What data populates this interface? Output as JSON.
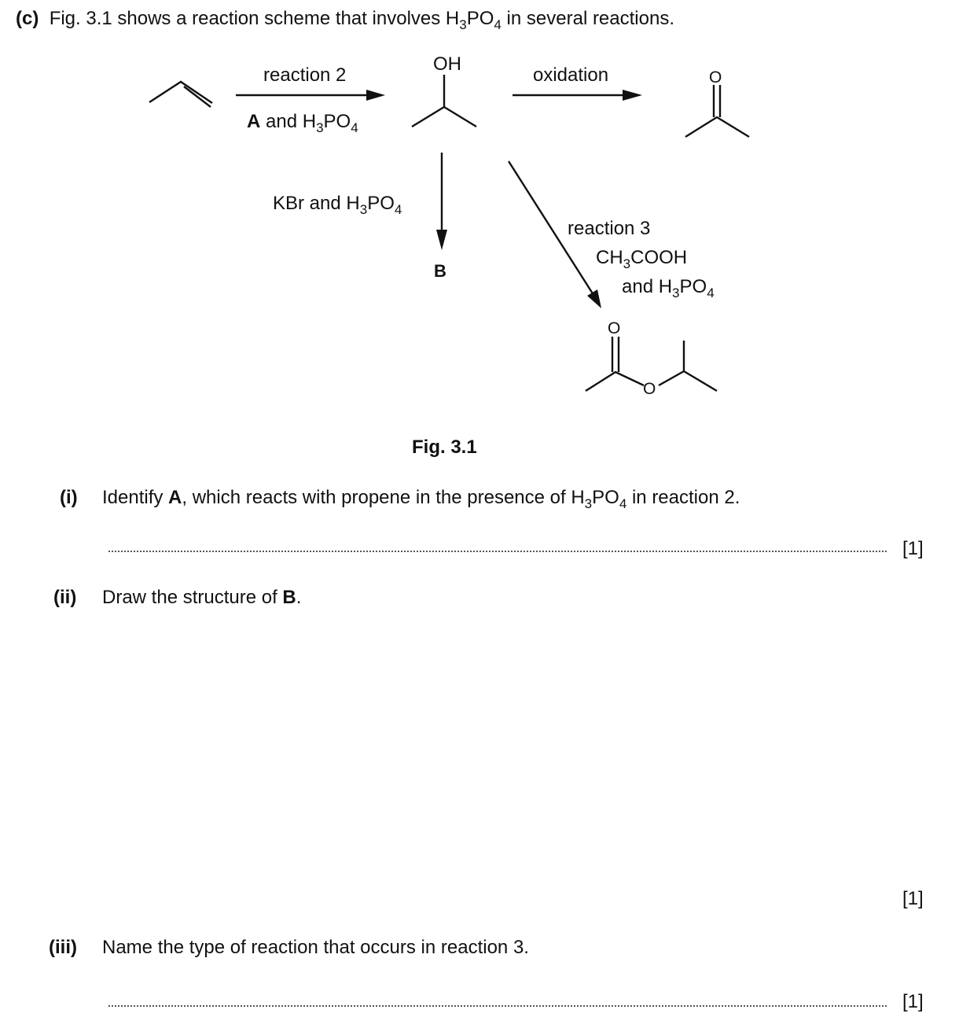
{
  "part_c": {
    "label": "(c)",
    "text_before": "Fig. 3.1 shows a reaction scheme that involves H",
    "sub1": "3",
    "mid": "PO",
    "sub2": "4",
    "text_after": " in several reactions."
  },
  "scheme": {
    "reaction2_label": "reaction 2",
    "reagent_A": "A",
    "reagent_A_rest": " and H",
    "h3po4": {
      "sub1": "3",
      "mid": "PO",
      "sub2": "4"
    },
    "oxidation_label": "oxidation",
    "oh_label": "OH",
    "ketone_o": "O",
    "kbr_label": "KBr and H",
    "product_B": "B",
    "reaction3_label": "reaction 3",
    "ch3cooh_pre": "CH",
    "ch3cooh_post": "COOH",
    "and_label": "and H",
    "ester_o1": "O",
    "ester_o2": "O",
    "figure_caption": "Fig. 3.1"
  },
  "questions": [
    {
      "label": "(i)",
      "text_a": "Identify ",
      "bold": "A",
      "text_b": ", which reacts with propene in the presence of H",
      "text_c": " in reaction 2.",
      "marks": "[1]"
    },
    {
      "label": "(ii)",
      "text_a": "Draw the structure of ",
      "bold": "B",
      "text_b": ".",
      "marks": "[1]"
    },
    {
      "label": "(iii)",
      "text_a": "Name the type of reaction that occurs in reaction 3.",
      "marks": "[1]"
    }
  ]
}
